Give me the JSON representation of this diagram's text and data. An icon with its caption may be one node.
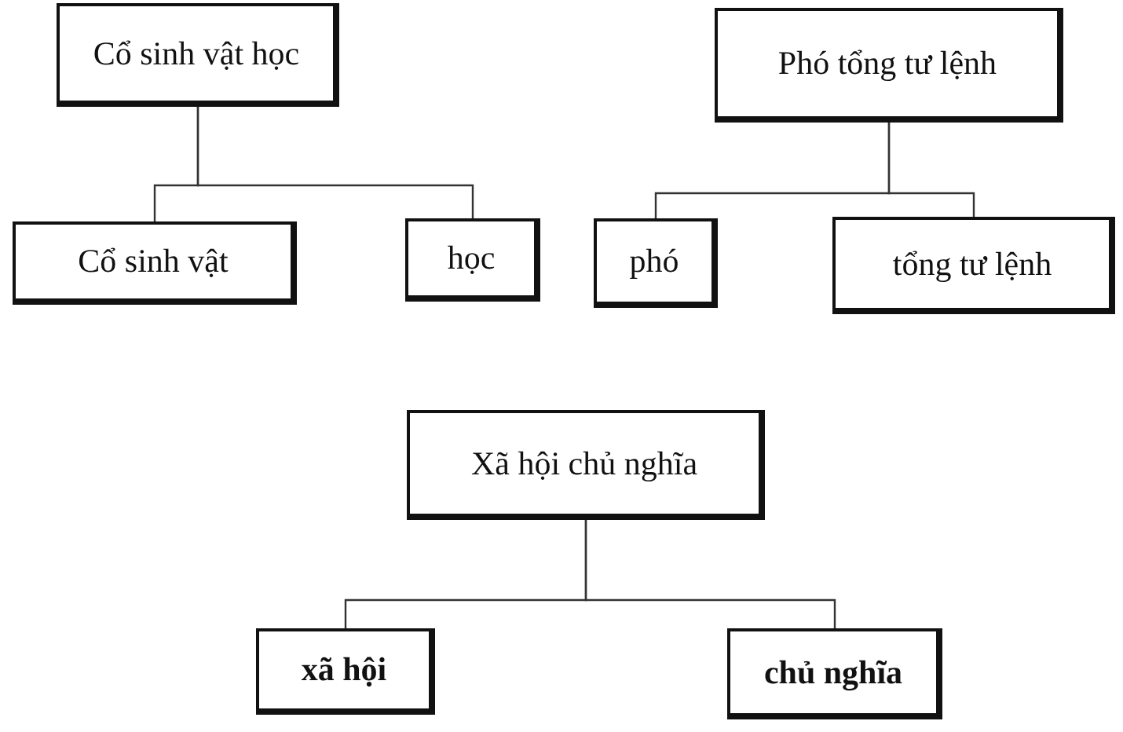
{
  "diagram": {
    "nodes": [
      {
        "text": [
          "Cổ sinh vật học"
        ]
      },
      {
        "text": [
          "Phó tổng tư lệnh"
        ]
      },
      {
        "text": [
          "Cổ sinh vật"
        ]
      },
      {
        "text": [
          "học"
        ]
      },
      {
        "text": [
          "phó"
        ]
      },
      {
        "text": [
          "tổng tư lệnh"
        ]
      },
      {
        "text": [
          "Xã hội chủ nghĩa"
        ]
      },
      {
        "text": [
          "xã hội"
        ]
      },
      {
        "text": [
          "chủ nghĩa"
        ]
      }
    ],
    "edges": [
      {
        "from": 0,
        "to": 2,
        "arrow": "none"
      },
      {
        "from": 0,
        "to": 3,
        "arrow": "none"
      },
      {
        "from": 1,
        "to": 4,
        "arrow": "none"
      },
      {
        "from": 1,
        "to": 5,
        "arrow": "none"
      },
      {
        "from": 6,
        "to": 7,
        "arrow": "none"
      },
      {
        "from": 6,
        "to": 8,
        "arrow": "none"
      }
    ]
  }
}
